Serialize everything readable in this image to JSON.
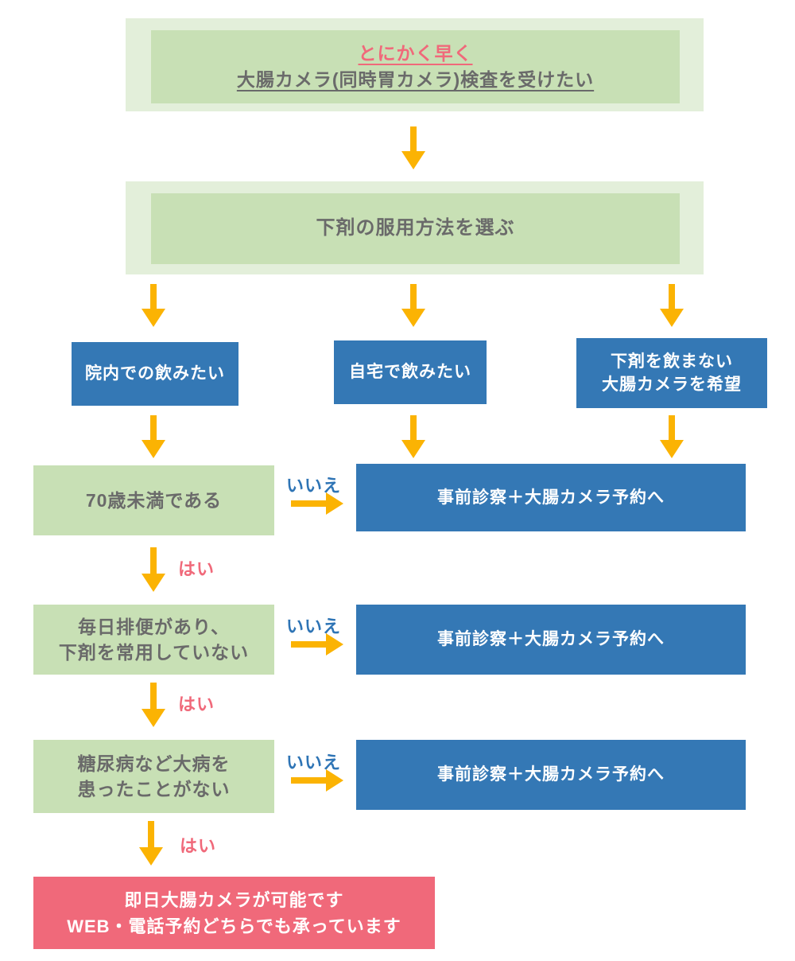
{
  "title": "大腸カメラ検査 予約フローチャート",
  "colors": {
    "banner_outer_green": "#e3efda",
    "box_green": "#c8e0b5",
    "box_blue": "#3478b5",
    "box_pink": "#f0697a",
    "arrow_yellow": "#fbb303",
    "text_gray": "#6a6a6a",
    "no_label_blue": "#2e74b5",
    "yes_label_pink": "#f0697a"
  },
  "start": {
    "line1": "とにかく早く",
    "line2": "大腸カメラ(同時胃カメラ)検査を受けたい"
  },
  "step2": {
    "label": "下剤の服用方法を選ぶ"
  },
  "options": [
    {
      "label": "院内での飲みたい"
    },
    {
      "label": "自宅で飲みたい"
    },
    {
      "label_line1": "下剤を飲まない",
      "label_line2": "大腸カメラを希望"
    }
  ],
  "decisions": [
    {
      "line1": "70歳未満である",
      "no_label": "いいえ",
      "yes_label": "はい",
      "result": "事前診察＋大腸カメラ予約へ"
    },
    {
      "line1": "毎日排便があり、",
      "line2": "下剤を常用していない",
      "no_label": "いいえ",
      "yes_label": "はい",
      "result": "事前診察＋大腸カメラ予約へ"
    },
    {
      "line1": "糖尿病など大病を",
      "line2": "患ったことがない",
      "no_label": "いいえ",
      "yes_label": "はい",
      "result": "事前診察＋大腸カメラ予約へ"
    }
  ],
  "final": {
    "line1": "即日大腸カメラが可能です",
    "line2": "WEB・電話予約どちらでも承っています"
  }
}
